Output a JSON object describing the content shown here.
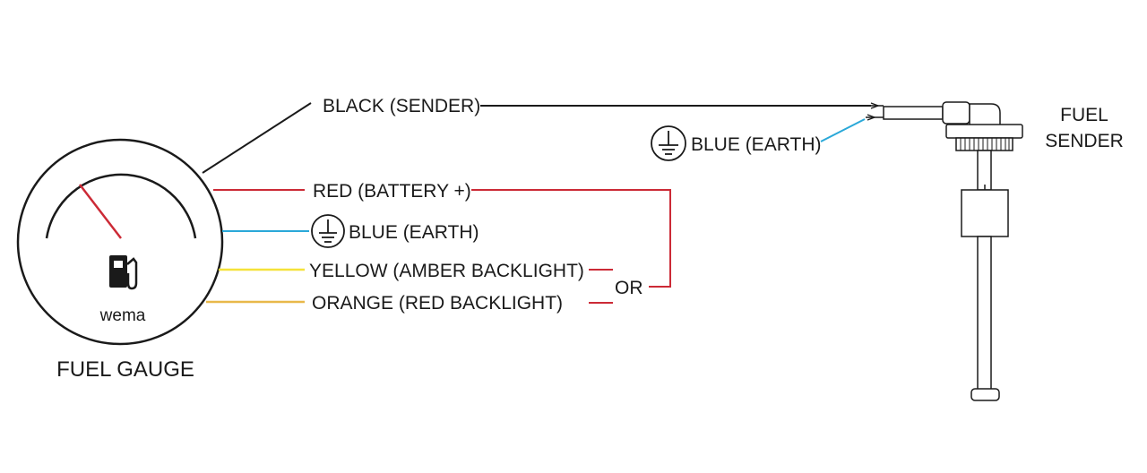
{
  "gauge": {
    "brand": "wema",
    "title": "FUEL GAUGE",
    "icon": "fuel-pump-icon"
  },
  "wires": {
    "black_sender": "BLACK (SENDER)",
    "red_battery": "RED (BATTERY +)",
    "blue_earth_gauge": "BLUE (EARTH)",
    "yellow_amber": "YELLOW (AMBER BACKLIGHT)",
    "orange_red": "ORANGE (RED BACKLIGHT)",
    "or_label": "OR",
    "blue_earth_sender": "BLUE (EARTH)"
  },
  "sender": {
    "title_line1": "FUEL",
    "title_line2": "SENDER"
  },
  "colors": {
    "black": "#1a1a1a",
    "red": "#cc2a36",
    "blue": "#2aa8d8",
    "yellow": "#f5e23a",
    "orange": "#e8b84a",
    "needle": "#cc2a36"
  }
}
